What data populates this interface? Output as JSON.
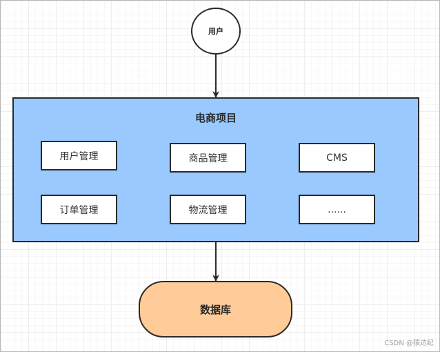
{
  "diagram": {
    "user": "用户",
    "system": {
      "title": "电商项目",
      "modules": [
        "用户管理",
        "商品管理",
        "CMS",
        "订单管理",
        "物流管理",
        "......"
      ]
    },
    "database": "数据库"
  },
  "watermark": "CSDN @猿达纪",
  "colors": {
    "system_fill": "#99c9ff",
    "database_fill": "#ffcc99",
    "stroke": "#2a2a2a"
  }
}
